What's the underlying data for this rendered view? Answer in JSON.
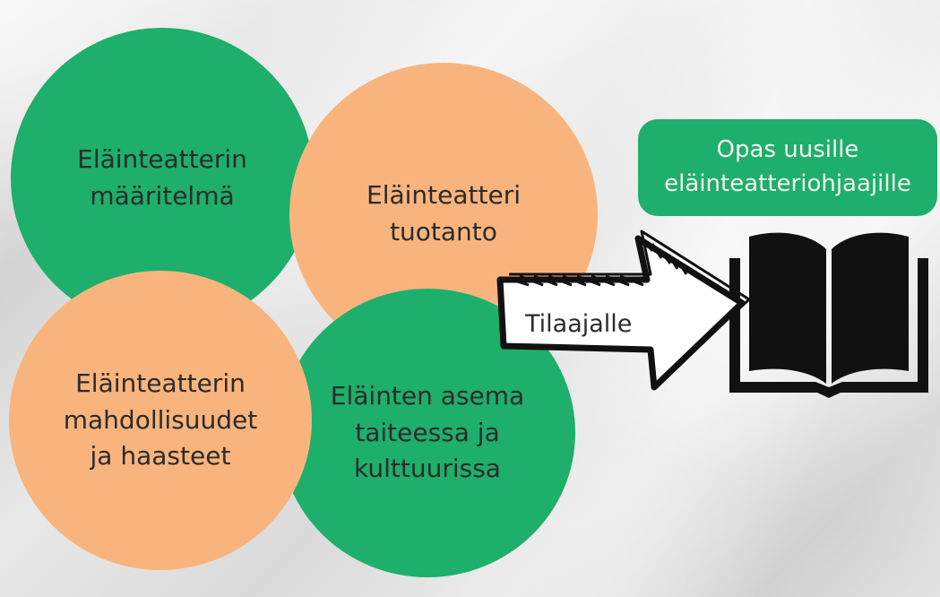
{
  "circles": [
    {
      "label": "Eläinteatterin\nmääritelmä",
      "color": "#1daf6b"
    },
    {
      "label": "Eläinteatteri\ntuotanto",
      "color": "#f9b47d"
    },
    {
      "label": "Eläinteatterin\nmahdollisuudet\nja haasteet",
      "color": "#f9b47d"
    },
    {
      "label": "Eläinten asema\ntaiteessa ja\nkulttuurissa",
      "color": "#1daf6b"
    }
  ],
  "arrow": {
    "label": "Tilaajalle"
  },
  "guide": {
    "label": "Opas uusille\neläinteatteriohjaajille",
    "color": "#1daf6b"
  },
  "book": {
    "icon": "open-book-icon"
  }
}
